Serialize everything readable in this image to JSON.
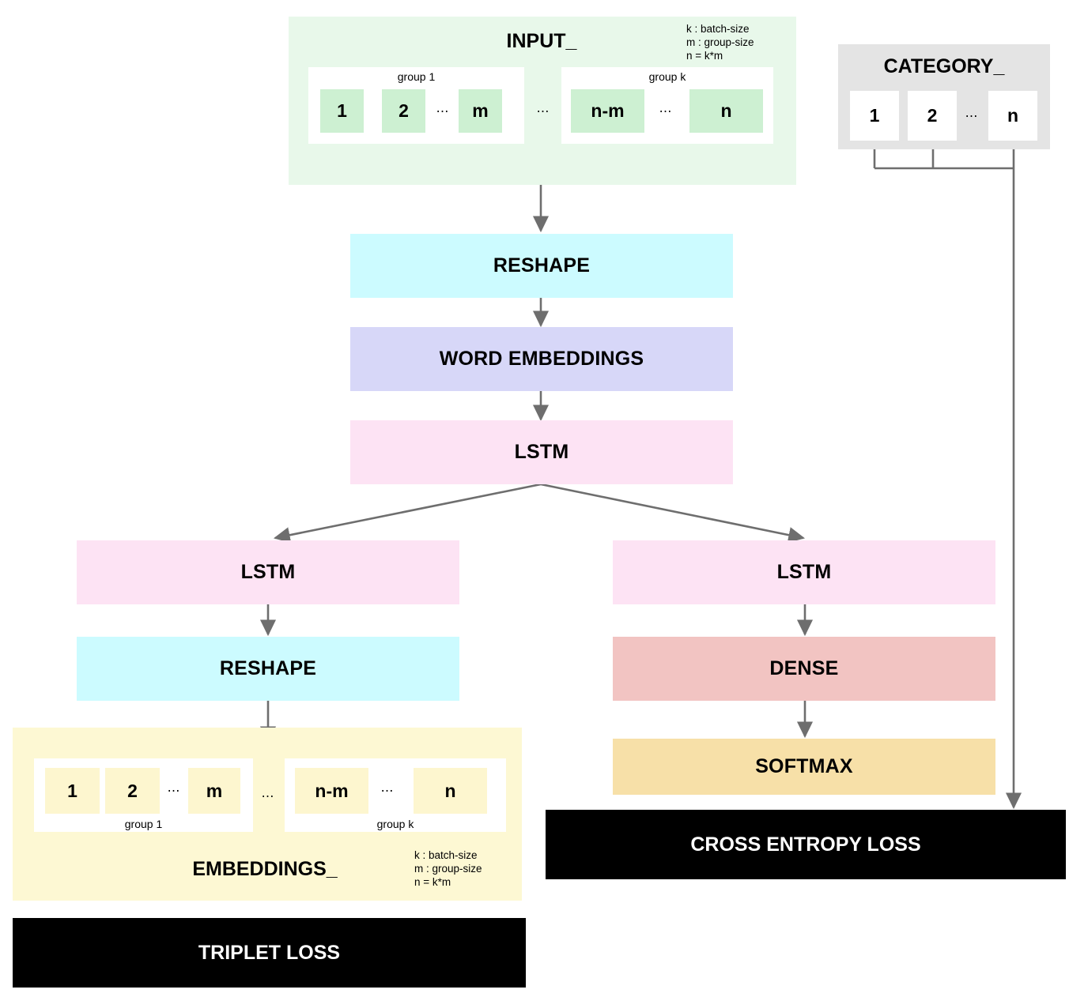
{
  "diagram": {
    "title_input": "INPUT_",
    "title_category": "CATEGORY_",
    "title_embeddings": "EMBEDDINGS_",
    "legend_text": "k : batch-size\nm : group-size\nn = k*m",
    "group_first": "group 1",
    "group_last": "group k",
    "ellipsis": "⋯",
    "colors": {
      "green_panel": "#e8f8ea",
      "green_cell": "#cdf0d2",
      "grey_panel": "#e4e4e4",
      "yellow_panel": "#fdf8d3",
      "yellow_cell": "#fdf6cf",
      "cyan": "#ccfbff",
      "purple": "#d7d7f8",
      "pink": "#fde3f4",
      "salmon": "#f2c4c2",
      "gold": "#f7e0a8",
      "loss_black": "#000000",
      "wire": "#6e6e6e"
    },
    "input_cells": [
      "1",
      "2",
      "m",
      "n-m",
      "n"
    ],
    "category_cells": [
      "1",
      "2",
      "n"
    ],
    "embedding_cells": [
      "1",
      "2",
      "m",
      "n-m",
      "n"
    ],
    "stages": {
      "reshape_top": "RESHAPE",
      "word_embeddings": "WORD EMBEDDINGS",
      "lstm_main": "LSTM",
      "lstm_left": "LSTM",
      "reshape_left": "RESHAPE",
      "lstm_right": "LSTM",
      "dense": "DENSE",
      "softmax": "SOFTMAX"
    },
    "losses": {
      "triplet": "TRIPLET LOSS",
      "cross_entropy": "CROSS ENTROPY LOSS"
    }
  }
}
